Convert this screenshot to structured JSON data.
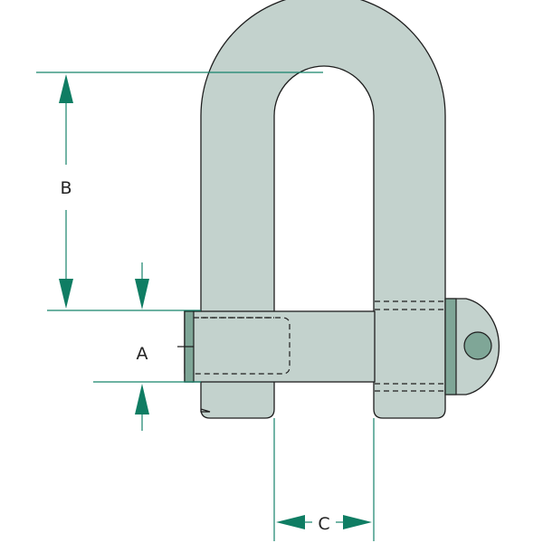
{
  "dimensions": [
    {
      "id": "A",
      "label": "A"
    },
    {
      "id": "B",
      "label": "B"
    },
    {
      "id": "C",
      "label": "C"
    }
  ],
  "colors": {
    "body_fill": "#c3d2cd",
    "pin_cap_fill": "#7fa697",
    "outline": "#1e1e1e",
    "dimension_line": "#16836b",
    "arrow_fill": "#0f7d63"
  }
}
